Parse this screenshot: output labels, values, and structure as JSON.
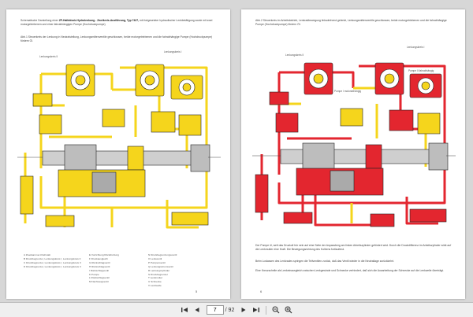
{
  "colors": {
    "pressure_red": "#e3262f",
    "return_yellow": "#f5d51c",
    "page_bg": "#ffffff",
    "viewer_bg": "#d7d7d7"
  },
  "left_page": {
    "intro_lead": "Schematische Darstellung einer",
    "intro_bold": "ZF-Halbblock-Hydrolenkung - Zweikreis-Ausführung, Typ 7427,",
    "intro_rest": "mit fortgesetzter hydraulischer Lenkbetätigung sowie mit zwei motorgetriebenen und einer fahrabhängigen Pumpe (Hochdruckpumpe)",
    "fig_caption": "Abb.1 Steuerkreis der Lenkung in Neutralstellung, Lenkungsmittenventile geschlossen, beide motorgetriebenen und die fahrabhängige Pumpe (Hochdruckpumpe) fördern Öl.",
    "label_circuit_2": "Lenkungskreis II",
    "label_circuit_1": "Lenkungskreis I",
    "legend_col1": [
      "A  Zweikammer-Drehstab",
      "B  Druckbegrenzer, Lenkungskreis I, Lenkungskreis II",
      "C  Druckbegrenzer, Lenkungskreis I, Lenkungskreis II",
      "D  Druckbegrenzer, Lenkungskreis I, Lenkungskreis II"
    ],
    "legend_col2": [
      "E  Vorrichtung Rückdrehung",
      "F  Druckausgleich",
      "G  Rückschlagventil",
      "H  Rückschlagventil",
      "I  Rückschlagventil",
      "K  Pumpe",
      "L  Rückschlagventil",
      "M  Nachsaugventil"
    ],
    "legend_col3": [
      "N  Druckbegrenzungsventil",
      "O  Lenkventil",
      "P  Pumpenventil",
      "Q  Lenkungsstromventil",
      "R  Lenkungszylinder",
      "S  Druckbegrenzer",
      "T  Lenkmutter",
      "U  Schnecke",
      "V  Lenkwelle"
    ],
    "page_number": "5"
  },
  "right_page": {
    "fig_caption": "Abb.2 Steuerkreis im Arbeitsbetrieb, Lenkradbewegung linksdrehend gelenkt, Lenkungsmittenventile geschlossen, beide motorgetriebenen und die fahrabhängige Pumpe (Hochdruckpumpe) fördern Öl.",
    "label_circuit_2": "Lenkungskreis II",
    "label_circuit_1": "Lenkungskreis I",
    "label_pump_1": "Pumpe I motorabhängig",
    "label_pump_2": "Pumpe II fahrabhängig",
    "body_text": [
      "Der Pumpe öl, welt das Druckoll hür nein auf eine Seite der Anpassberg am linken Arbeitszylinder gefördert wird. Durch die Druckdifferenz im Arbeitszylinder wirkt auf die Lenkmutter eine Kraft. Die Bewegungsrichtung des Kolbens fortlaufend.",
      "Beim Loslassen des Lenkrades springen die Teilventilen zurück, daß das Ventil wieder in die Neutrallage zurückkehrt.",
      "Eine Kreuzschelle als Lenkeinausgleich zwischen Lenkgewinde und Schnecke verhindert, daß sich die Ausarbeitung der Schnecke auf die Lenkwelle überträgt."
    ],
    "page_number": "6"
  },
  "toolbar": {
    "current_page": "7",
    "page_total": "/ 92"
  }
}
